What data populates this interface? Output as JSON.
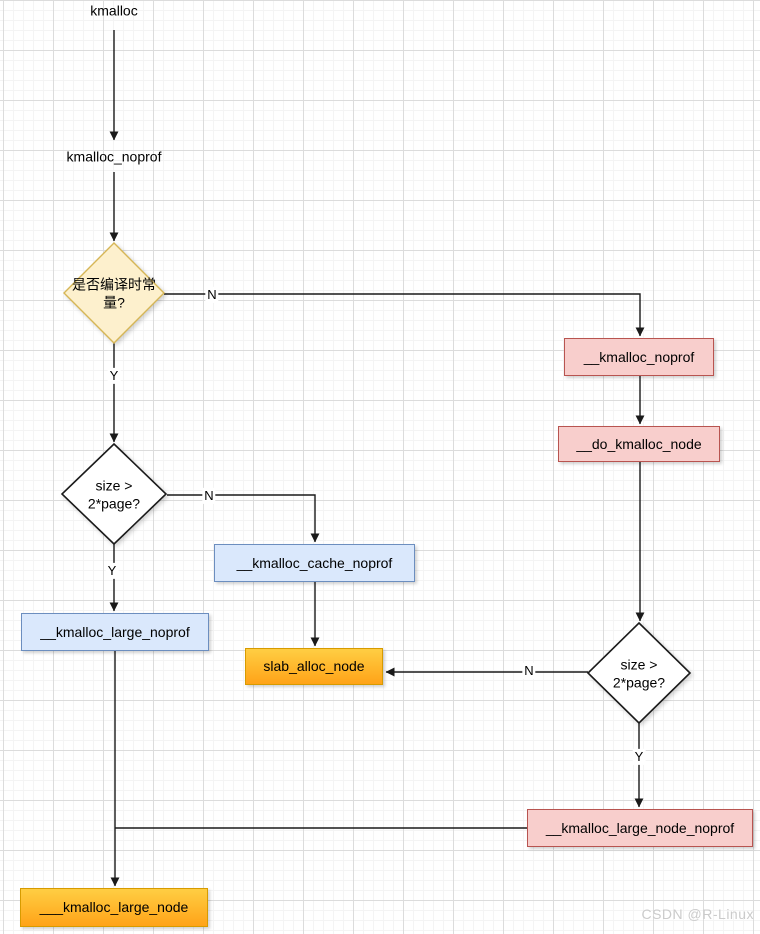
{
  "nodes": {
    "kmalloc": "kmalloc",
    "kmalloc_noprof": "kmalloc_noprof",
    "decision_compile_constant": "是否编译时常量?",
    "decision_size_left": "size > 2*page?",
    "decision_size_right": "size > 2*page?",
    "u2_kmalloc_noprof": "__kmalloc_noprof",
    "u2_do_kmalloc_node": "__do_kmalloc_node",
    "u2_kmalloc_cache_noprof": "__kmalloc_cache_noprof",
    "u2_kmalloc_large_noprof": "__kmalloc_large_noprof",
    "slab_alloc_node": "slab_alloc_node",
    "u2_kmalloc_large_node_noprof": "__kmalloc_large_node_noprof",
    "u3_kmalloc_large_node": "___kmalloc_large_node"
  },
  "edge_labels": {
    "no_1": "N",
    "yes_1": "Y",
    "no_2": "N",
    "yes_2": "Y",
    "no_3": "N",
    "yes_3": "Y"
  },
  "watermark": "CSDN @R-Linux",
  "colors": {
    "decision_fill": "#fdf0cd",
    "decision_border": "#d6b656",
    "pink_fill": "#f8cecc",
    "pink_border": "#b85450",
    "blue_fill": "#dae8fc",
    "blue_border": "#6c8ebf",
    "orange_fill_top": "#ffce43",
    "orange_fill_bottom": "#ffa318",
    "orange_border": "#d79b00"
  }
}
